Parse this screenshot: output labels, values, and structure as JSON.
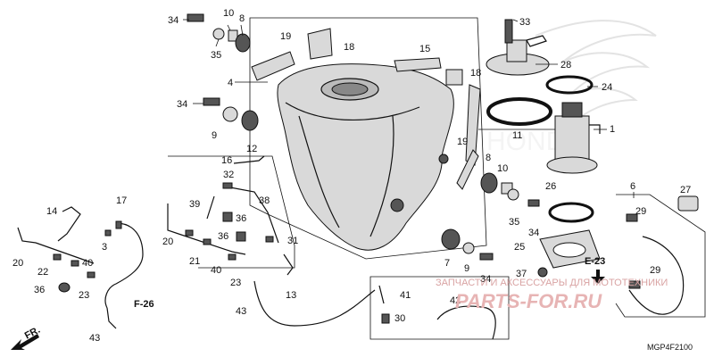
{
  "diagram": {
    "code": "MGP4F2100",
    "fr_arrow": "FR.",
    "refs": [
      "F-26",
      "E-23"
    ],
    "watermark_line1": "ЗАПЧАСТИ И АКСЕССУАРЫ ДЛЯ МОТОТЕХНИКИ",
    "watermark_line2": "PARTS-FOR.RU",
    "brand_watermark": "HONDA",
    "callouts": {
      "c1": "1",
      "c3": "3",
      "c4": "4",
      "c6": "6",
      "c7": "7",
      "c8a": "8",
      "c8b": "8",
      "c9a": "9",
      "c9b": "9",
      "c10a": "10",
      "c10b": "10",
      "c11": "11",
      "c12": "12",
      "c13": "13",
      "c14": "14",
      "c15": "15",
      "c16": "16",
      "c17": "17",
      "c18a": "18",
      "c18b": "18",
      "c19a": "19",
      "c19b": "19",
      "c20a": "20",
      "c20b": "20",
      "c21": "21",
      "c22": "22",
      "c23a": "23",
      "c23b": "23",
      "c24": "24",
      "c25": "25",
      "c26": "26",
      "c27": "27",
      "c28": "28",
      "c29a": "29",
      "c29b": "29",
      "c30": "30",
      "c31": "31",
      "c32": "32",
      "c33": "33",
      "c34a": "34",
      "c34b": "34",
      "c34c": "34",
      "c34d": "34",
      "c35a": "35",
      "c35b": "35",
      "c36a": "36",
      "c36b": "36",
      "c37": "37",
      "c38": "38",
      "c39": "39",
      "c40a": "40",
      "c40b": "40",
      "c41": "41",
      "c42": "42",
      "c43a": "43",
      "c43b": "43"
    }
  }
}
